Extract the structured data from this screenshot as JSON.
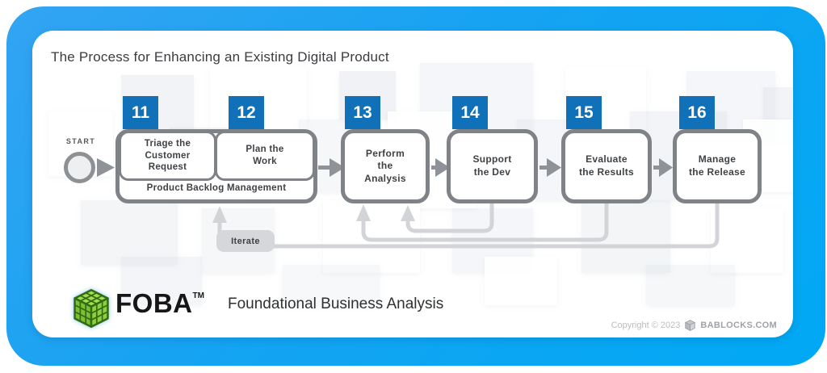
{
  "title": "The Process for Enhancing an Existing Digital Product",
  "flow": {
    "start_label": "START",
    "steps": [
      {
        "tag": "11",
        "label": "Triage the\nCustomer\nRequest"
      },
      {
        "tag": "12",
        "label": "Plan the\nWork"
      },
      {
        "tag": "13",
        "label": "Perform\nthe\nAnalysis"
      },
      {
        "tag": "14",
        "label": "Support\nthe Dev"
      },
      {
        "tag": "15",
        "label": "Evaluate\nthe Results"
      },
      {
        "tag": "16",
        "label": "Manage\nthe Release"
      }
    ],
    "group_label": "Product Backlog Management",
    "iterate_label": "Iterate"
  },
  "footer": {
    "brand": "FOBA",
    "brand_tm": "TM",
    "tagline": "Foundational Business Analysis",
    "copyright": "Copyright © 2023",
    "site": "BABLOCKS.COM"
  },
  "colors": {
    "frame_blue": "#15a3f2",
    "tag_blue": "#1171b8",
    "box_border_gray": "#7f8286",
    "loop_gray": "#d2d4d8",
    "arrow_gray": "#8f9296",
    "logo_green": "#8cc63f"
  }
}
